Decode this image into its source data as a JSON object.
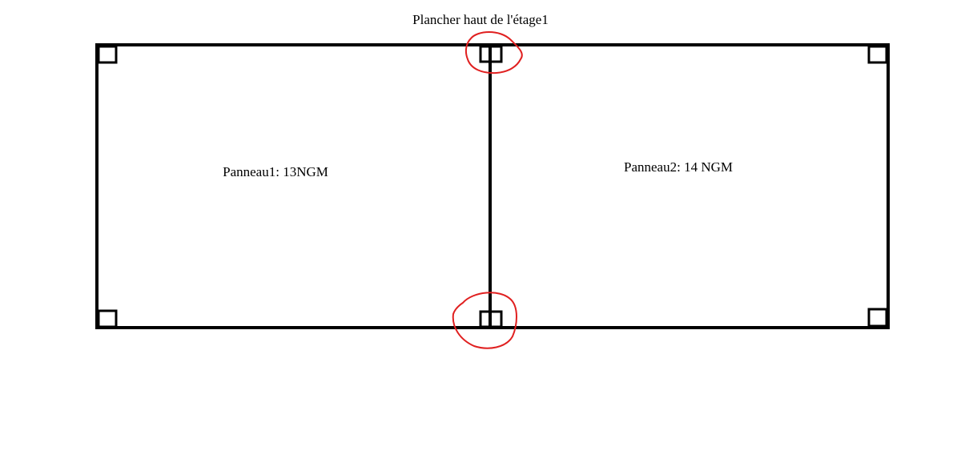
{
  "diagram": {
    "title": "Plancher haut de l'étage1",
    "panels": [
      {
        "label": "Panneau1: 13NGM"
      },
      {
        "label": "Panneau2: 14 NGM"
      }
    ],
    "colors": {
      "line": "#000000",
      "highlight": "#e02020",
      "background": "#ffffff"
    }
  }
}
